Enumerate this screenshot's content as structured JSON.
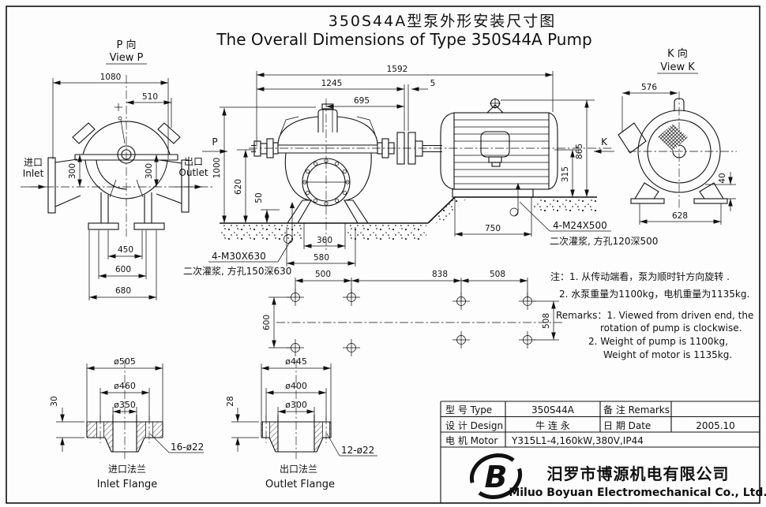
{
  "meta": {
    "ink_color": "#111111",
    "paper_color": "#fdfdfd"
  },
  "title": {
    "zh": "350S44A型泵外形安装尺寸图",
    "en": "The Overall Dimensions of Type 350S44A Pump"
  },
  "view_p": {
    "label_zh": "P 向",
    "label_en": "View P",
    "inlet_zh": "进口",
    "inlet_en": "Inlet",
    "outlet_zh": "出口",
    "outlet_en": "Outlet",
    "d1080": "1080",
    "d510": "510",
    "d300": "300",
    "d450": "450",
    "d600": "600",
    "d680": "680"
  },
  "main": {
    "marker_p": "P",
    "marker_k": "K",
    "d1592": "1592",
    "d1245": "1245",
    "d695": "695",
    "d5": "5",
    "d1000": "1000",
    "d620": "620",
    "d50": "50",
    "d865": "865",
    "d315": "315",
    "d360": "360",
    "d580": "580",
    "d750": "750",
    "bolt_left": "4-M30X630",
    "grout_left": "二次灌浆, 方孔150深630",
    "bolt_right": "4-M24X500",
    "grout_right": "二次灌浆, 方孔120深500"
  },
  "plan": {
    "d500": "500",
    "d838": "838",
    "d508": "508",
    "d600": "600"
  },
  "view_k": {
    "label_zh": "K 向",
    "label_en": "View K",
    "d576": "576",
    "d40": "40",
    "d628": "628"
  },
  "notes": {
    "zh1": "注：1. 从传动端看，泵为顺时针方向旋转 .",
    "zh2": "2. 水泵重量为1100kg，电机重量为1135kg.",
    "en1": "Remarks：1. Viewed from driven end, the",
    "en2": "rotation of pump is  clockwise.",
    "en3": "2. Weight of pump is 1100kg,",
    "en4": "Weight of motor is 1135kg."
  },
  "inlet_flange": {
    "d_outer": "ø505",
    "d_bolt": "ø460",
    "d_bore": "ø350",
    "thickness": "30",
    "holes": "16-ø22",
    "label_zh": "进口法兰",
    "label_en": "Inlet Flange"
  },
  "outlet_flange": {
    "d_outer": "ø445",
    "d_bolt": "ø400",
    "d_bore": "ø300",
    "thickness": "28",
    "holes": "12-ø22",
    "label_zh": "出口法兰",
    "label_en": "Outlet Flange"
  },
  "table": {
    "type_label": "型 号 Type",
    "type_value": "350S44A",
    "remarks_label": "备 注 Remarks",
    "remarks_value": "",
    "design_label": "设 计 Design",
    "design_value": "牛 连 永",
    "date_label": "日 期 Date",
    "date_value": "2005.10",
    "motor_label": "电 机 Motor",
    "motor_value": "Y315L1-4,160kW,380V,IP44"
  },
  "company": {
    "logo_letter": "B",
    "name_zh": "汨罗市博源机电有限公司",
    "name_en": "Miluo Boyuan Electromechanical Co., Ltd."
  }
}
